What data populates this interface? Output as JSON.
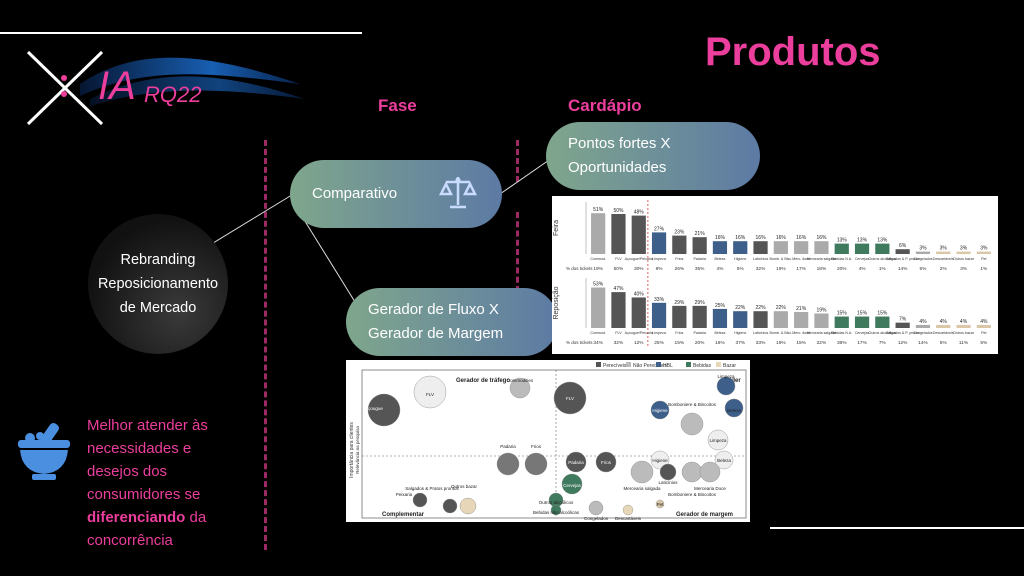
{
  "title": "Produtos",
  "headers": {
    "fase": "Fase",
    "cardapio": "Cardápio"
  },
  "logo": {
    "brand": "IA",
    "suffix": "RQ22"
  },
  "root_node": [
    "Rebranding",
    "Reposicionamento",
    "de Mercado"
  ],
  "nodes": {
    "comparativo": "Comparativo",
    "pontos_line1": "Pontos fortes X",
    "pontos_line2": "Oportunidades",
    "gerador_line1": "Gerador de Fluxo X",
    "gerador_line2": "Gerador de Margem"
  },
  "benefit": {
    "before": "Melhor atender às necessidades e desejos dos consumidores se ",
    "bold": "diferenciando",
    "after": " da concorrência"
  },
  "colors": {
    "accent": "#ec3e9c",
    "node_start": "#7fa68c",
    "node_end": "#5d7aa4"
  },
  "icons": [
    "balance-scale-icon",
    "mortar-pestle-icon"
  ],
  "chart_data": [
    {
      "type": "bar",
      "categories": [
        "Commod.",
        "FLV",
        "Açougue/Peixaria",
        "Limpeza",
        "Frios",
        "Padaria",
        "Beleza",
        "Higiene",
        "Laticínios",
        "Bomb. & Bisc.",
        "Merc. doce",
        "Mercearia salgada",
        "Bebidas N.A.",
        "Cervejas",
        "Outros alcoólicos",
        "Salgados & P. pronto",
        "Congelados",
        "Descartáveis",
        "Outros bazar",
        "Pet"
      ],
      "series": [
        {
          "name": "Feira",
          "values": [
            51,
            50,
            48,
            27,
            23,
            21,
            16,
            16,
            16,
            16,
            16,
            16,
            13,
            13,
            13,
            6,
            3,
            3,
            3,
            3
          ],
          "labels": [
            "51%",
            "50%",
            "48%",
            "27%",
            "23%",
            "21%",
            "16%",
            "16%",
            "16%",
            "16%",
            "16%",
            "16%",
            "13%",
            "13%",
            "13%",
            "6%",
            "3%",
            "3%",
            "3%",
            "3%"
          ],
          "pct_tickets": [
            "19%",
            "50%",
            "30%",
            "9%",
            "26%",
            "35%",
            "4%",
            "5%",
            "32%",
            "19%",
            "17%",
            "18%",
            "20%",
            "4%",
            "1%",
            "14%",
            "5%",
            "2%",
            "3%",
            "1%"
          ]
        },
        {
          "name": "Reposição",
          "values": [
            53,
            47,
            40,
            33,
            29,
            29,
            25,
            22,
            22,
            22,
            21,
            19,
            15,
            15,
            15,
            7,
            4,
            4,
            4,
            4
          ],
          "labels": [
            "53%",
            "47%",
            "40%",
            "33%",
            "29%",
            "29%",
            "25%",
            "22%",
            "22%",
            "22%",
            "21%",
            "19%",
            "15%",
            "15%",
            "15%",
            "7%",
            "4%",
            "4%",
            "4%",
            "4%"
          ],
          "pct_tickets": [
            "34%",
            "32%",
            "12%",
            "25%",
            "15%",
            "20%",
            "16%",
            "37%",
            "33%",
            "19%",
            "15%",
            "22%",
            "36%",
            "17%",
            "7%",
            "12%",
            "14%",
            "5%",
            "11%",
            "5%"
          ]
        }
      ],
      "row_label": "% dos tickets"
    },
    {
      "type": "scatter",
      "legend": [
        "Perecíveis",
        "Não Perecíveis",
        "HBL",
        "Bebidas",
        "Bazar"
      ],
      "ylabel": "Importância para clientes",
      "ylabel2": "Relevância na pesquisa",
      "quadrants": [
        "Gerador de tráfego",
        "Líder",
        "Complementar",
        "Gerador de margem"
      ],
      "points": [
        "Açougue",
        "FLV",
        "Commodities",
        "FLV",
        "Higiene",
        "Bomboniere & Biscoitos",
        "Limpeza",
        "Beleza",
        "Limpeza",
        "Higiene",
        "Beleza",
        "Padaria",
        "Frios",
        "Padaria",
        "Frios",
        "Cervejas",
        "Laticínios",
        "Mercearia salgada",
        "Bomboniere & Biscoitos",
        "Mercearia Doce",
        "Peixaria",
        "Salgados & Pratos prontos",
        "Outros bazar",
        "Outros alcoólicos",
        "Bebidas não alcoólicas",
        "Congelados",
        "Descartáveis",
        "Pet"
      ]
    }
  ]
}
